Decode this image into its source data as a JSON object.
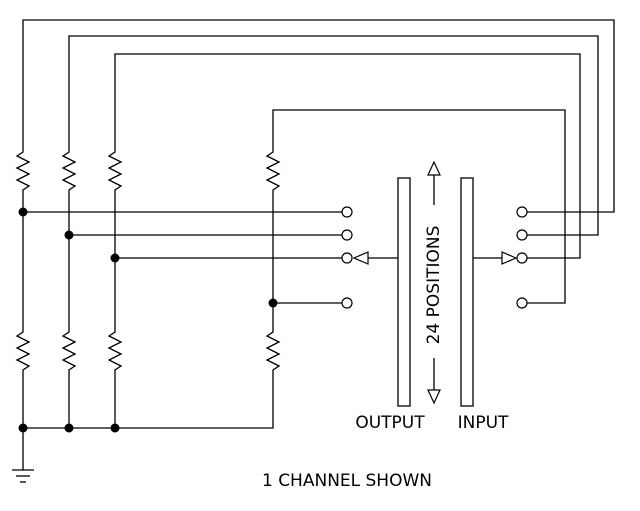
{
  "labels": {
    "output": "OUTPUT",
    "input": "INPUT",
    "positions": "24 POSITIONS",
    "caption": "1 CHANNEL SHOWN"
  },
  "switch": {
    "positions": 24,
    "output_terminals_shown": 4,
    "input_terminals_shown": 4
  }
}
